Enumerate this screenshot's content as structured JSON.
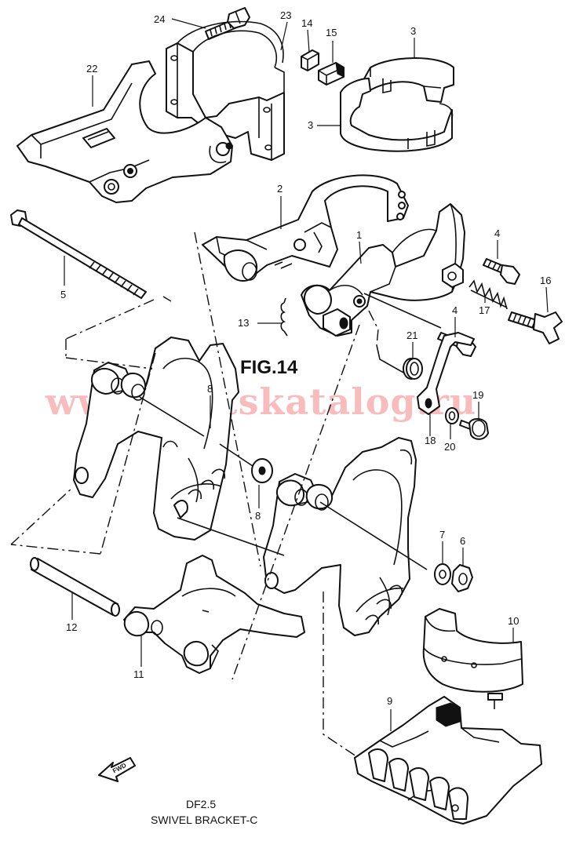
{
  "figure": {
    "fig_label": "FIG.14",
    "model": "DF2.5",
    "title": "SWIVEL BRACKET-C",
    "watermark": "www.partskatalog.ru",
    "direction_label": "FWD"
  },
  "callouts": [
    {
      "id": "c24",
      "text": "24"
    },
    {
      "id": "c23",
      "text": "23"
    },
    {
      "id": "c14",
      "text": "14"
    },
    {
      "id": "c15",
      "text": "15"
    },
    {
      "id": "c3a",
      "text": "3"
    },
    {
      "id": "c3b",
      "text": "3"
    },
    {
      "id": "c22",
      "text": "22"
    },
    {
      "id": "c2",
      "text": "2"
    },
    {
      "id": "c1",
      "text": "1"
    },
    {
      "id": "c4a",
      "text": "4"
    },
    {
      "id": "c16",
      "text": "16"
    },
    {
      "id": "c17",
      "text": "17"
    },
    {
      "id": "c4b",
      "text": "4"
    },
    {
      "id": "c5",
      "text": "5"
    },
    {
      "id": "c13",
      "text": "13"
    },
    {
      "id": "c21",
      "text": "21"
    },
    {
      "id": "c19",
      "text": "19"
    },
    {
      "id": "c18",
      "text": "18"
    },
    {
      "id": "c20",
      "text": "20"
    },
    {
      "id": "c8a",
      "text": "8"
    },
    {
      "id": "c8b",
      "text": "8"
    },
    {
      "id": "c7",
      "text": "7"
    },
    {
      "id": "c6",
      "text": "6"
    },
    {
      "id": "c10",
      "text": "10"
    },
    {
      "id": "c12",
      "text": "12"
    },
    {
      "id": "c11",
      "text": "11"
    },
    {
      "id": "c9",
      "text": "9"
    }
  ]
}
